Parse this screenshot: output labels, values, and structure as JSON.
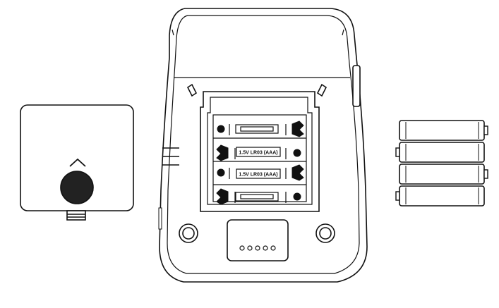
{
  "figure": {
    "stroke_color": "#111111",
    "fill_color": "#ffffff",
    "knob_color": "#222222",
    "battery_label": "1.5V LR03 (AAA)",
    "compartment_cells": 4,
    "loose_battery_count": 4,
    "connector_pin_count": 5
  },
  "parts": {
    "battery_cover": {
      "icon": "chevron-up-icon"
    },
    "device_body": {
      "screw_count": 2
    },
    "loose_batteries": {
      "count": 4
    }
  }
}
